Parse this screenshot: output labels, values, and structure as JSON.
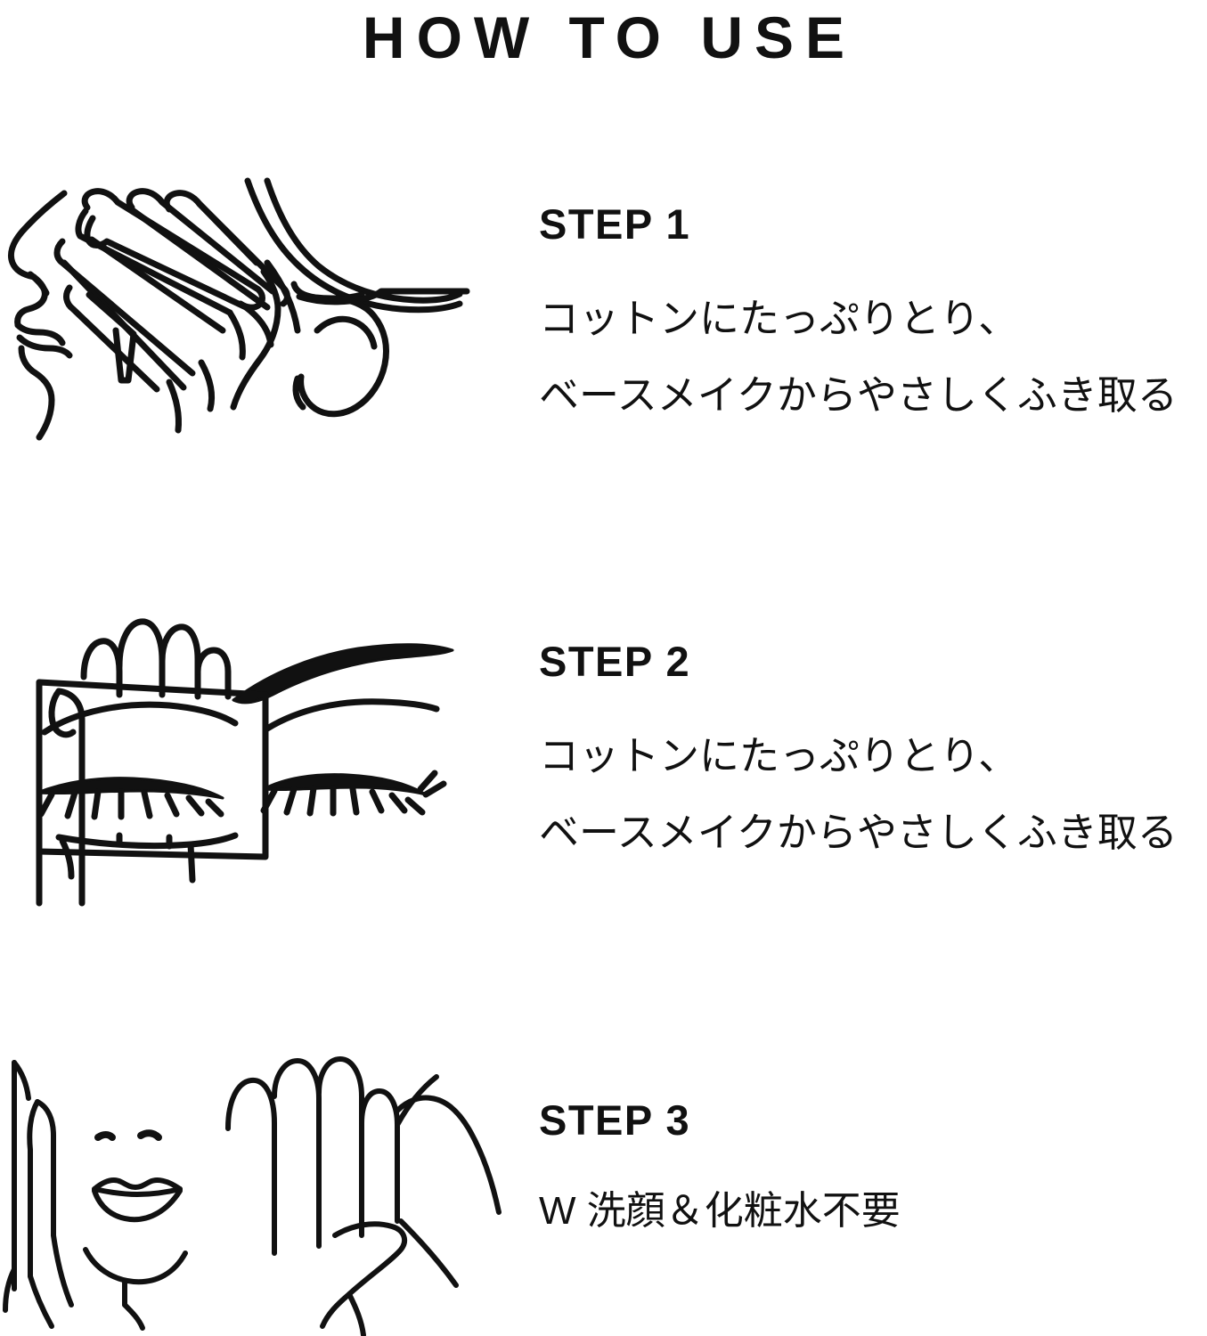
{
  "page": {
    "title": "HOW TO USE",
    "background_color": "#ffffff",
    "ink_color": "#111111"
  },
  "steps": [
    {
      "heading": "STEP 1",
      "body_lines": [
        "コットンにたっぷりとり、",
        "ベースメイクからやさしくふき取る"
      ],
      "illustration": "face-profile-wiping-cheek-with-hand"
    },
    {
      "heading": "STEP 2",
      "body_lines": [
        "コットンにたっぷりとり、",
        "ベースメイクからやさしくふき取る"
      ],
      "illustration": "hand-holding-cotton-pad-over-closed-eye"
    },
    {
      "heading": "STEP 3",
      "body_lines": [
        "W 洗顔＆化粧水不要"
      ],
      "illustration": "face-with-two-hands-patting-cheeks"
    }
  ]
}
